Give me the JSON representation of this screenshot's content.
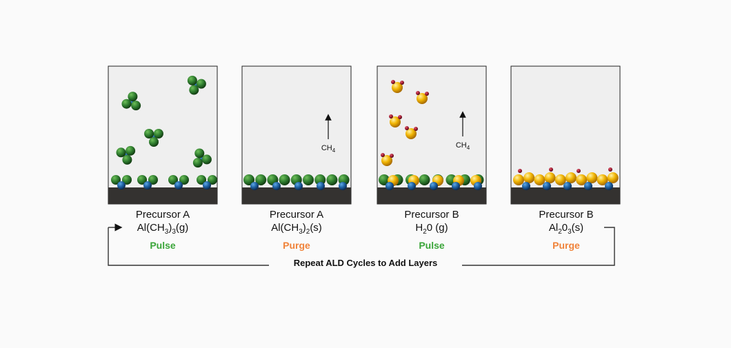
{
  "colors": {
    "pulse": "#3aa539",
    "purge": "#f0833a",
    "chamber_fill": "#efefef",
    "substrate": "#343230",
    "methyl_green": "#2f7d2f",
    "aluminum_blue": "#1d5fa0",
    "oxygen_yellow": "#f2b705",
    "hydrogen_red": "#9e1b32"
  },
  "panels": [
    {
      "precursor": "Precursor A",
      "formula_parts": [
        [
          "Al(CH",
          false
        ],
        [
          "3",
          true
        ],
        [
          ")",
          false
        ],
        [
          "3",
          true
        ],
        [
          "(g)",
          false
        ]
      ],
      "phase": "Pulse",
      "phase_color": "pulse",
      "byproduct": ""
    },
    {
      "precursor": "Precursor A",
      "formula_parts": [
        [
          "Al(CH",
          false
        ],
        [
          "3",
          true
        ],
        [
          ")",
          false
        ],
        [
          "2",
          true
        ],
        [
          "(s)",
          false
        ]
      ],
      "phase": "Purge",
      "phase_color": "purge",
      "byproduct": "CH4"
    },
    {
      "precursor": "Precursor B",
      "formula_parts": [
        [
          "H",
          false
        ],
        [
          "2",
          true
        ],
        [
          "0 (g)",
          false
        ]
      ],
      "phase": "Pulse",
      "phase_color": "pulse",
      "byproduct": "CH4"
    },
    {
      "precursor": "Precursor B",
      "formula_parts": [
        [
          "Al",
          false
        ],
        [
          "2",
          true
        ],
        [
          "0",
          false
        ],
        [
          "3",
          true
        ],
        [
          "(s)",
          false
        ]
      ],
      "phase": "Purge",
      "phase_color": "purge",
      "byproduct": ""
    }
  ],
  "cycle_label": "Repeat ALD Cycles to Add Layers"
}
